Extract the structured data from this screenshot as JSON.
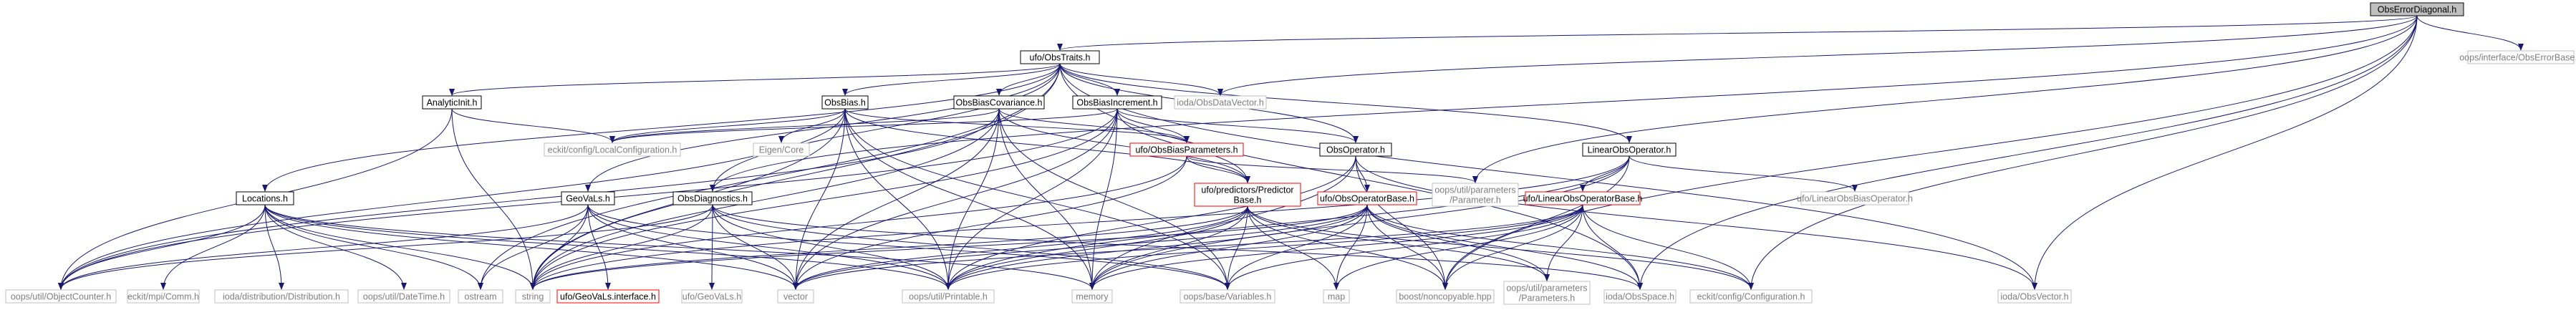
{
  "diagram": {
    "colors": {
      "edge": "#191970",
      "root_fill": "#bfbfbf",
      "node_border": "#000000",
      "external_border": "#bfbfbf",
      "external_text": "#7f7f7f",
      "incomplete_border": "#ff0000"
    },
    "nodes": [
      {
        "id": "ObsErrorDiagonal",
        "lines": [
          "ObsErrorDiagonal.h"
        ],
        "kind": "root"
      },
      {
        "id": "ObsTraits",
        "lines": [
          "ufo/ObsTraits.h"
        ],
        "kind": "normal"
      },
      {
        "id": "ObsErrorBase",
        "lines": [
          "oops/interface/ObsErrorBase.h"
        ],
        "kind": "external"
      },
      {
        "id": "AnalyticInit",
        "lines": [
          "AnalyticInit.h"
        ],
        "kind": "normal"
      },
      {
        "id": "ObsBias",
        "lines": [
          "ObsBias.h"
        ],
        "kind": "normal"
      },
      {
        "id": "ObsBiasCovariance",
        "lines": [
          "ObsBiasCovariance.h"
        ],
        "kind": "normal"
      },
      {
        "id": "ObsBiasIncrement",
        "lines": [
          "ObsBiasIncrement.h"
        ],
        "kind": "normal"
      },
      {
        "id": "ObsDataVector",
        "lines": [
          "ioda/ObsDataVector.h"
        ],
        "kind": "external"
      },
      {
        "id": "LocalConfiguration",
        "lines": [
          "eckit/config/LocalConfiguration.h"
        ],
        "kind": "external"
      },
      {
        "id": "EigenCore",
        "lines": [
          "Eigen/Core"
        ],
        "kind": "external"
      },
      {
        "id": "ObsBiasParameters",
        "lines": [
          "ufo/ObsBiasParameters.h"
        ],
        "kind": "red"
      },
      {
        "id": "ObsOperator",
        "lines": [
          "ObsOperator.h"
        ],
        "kind": "normal"
      },
      {
        "id": "LinearObsOperator",
        "lines": [
          "LinearObsOperator.h"
        ],
        "kind": "normal"
      },
      {
        "id": "OopsParameter",
        "lines": [
          "oops/util/parameters",
          "/Parameter.h"
        ],
        "kind": "external"
      },
      {
        "id": "LinearObsBiasOperator",
        "lines": [
          "ufo/LinearObsBiasOperator.h"
        ],
        "kind": "external"
      },
      {
        "id": "Locations",
        "lines": [
          "Locations.h"
        ],
        "kind": "normal"
      },
      {
        "id": "GeoVaLs",
        "lines": [
          "GeoVaLs.h"
        ],
        "kind": "normal"
      },
      {
        "id": "ObsDiagnostics",
        "lines": [
          "ObsDiagnostics.h"
        ],
        "kind": "normal"
      },
      {
        "id": "PredictorBase",
        "lines": [
          "ufo/predictors/Predictor",
          "Base.h"
        ],
        "kind": "red"
      },
      {
        "id": "ObsOperatorBase",
        "lines": [
          "ufo/ObsOperatorBase.h"
        ],
        "kind": "red"
      },
      {
        "id": "LinearObsOperatorBase",
        "lines": [
          "ufo/LinearObsOperatorBase.h"
        ],
        "kind": "red"
      },
      {
        "id": "ObjectCounter",
        "lines": [
          "oops/util/ObjectCounter.h"
        ],
        "kind": "external"
      },
      {
        "id": "EckitComm",
        "lines": [
          "eckit/mpi/Comm.h"
        ],
        "kind": "external"
      },
      {
        "id": "Distribution",
        "lines": [
          "ioda/distribution/Distribution.h"
        ],
        "kind": "external"
      },
      {
        "id": "DateTime",
        "lines": [
          "oops/util/DateTime.h"
        ],
        "kind": "external"
      },
      {
        "id": "ostream",
        "lines": [
          "ostream"
        ],
        "kind": "external"
      },
      {
        "id": "string",
        "lines": [
          "string"
        ],
        "kind": "external"
      },
      {
        "id": "GeoVaLsInterface",
        "lines": [
          "ufo/GeoVaLs.interface.h"
        ],
        "kind": "red"
      },
      {
        "id": "UfoGeoVaLs",
        "lines": [
          "ufo/GeoVaLs.h"
        ],
        "kind": "external"
      },
      {
        "id": "vector",
        "lines": [
          "vector"
        ],
        "kind": "external"
      },
      {
        "id": "Printable",
        "lines": [
          "oops/util/Printable.h"
        ],
        "kind": "external"
      },
      {
        "id": "memory",
        "lines": [
          "memory"
        ],
        "kind": "external"
      },
      {
        "id": "Variables",
        "lines": [
          "oops/base/Variables.h"
        ],
        "kind": "external"
      },
      {
        "id": "map",
        "lines": [
          "map"
        ],
        "kind": "external"
      },
      {
        "id": "Noncopyable",
        "lines": [
          "boost/noncopyable.hpp"
        ],
        "kind": "external"
      },
      {
        "id": "Parameters",
        "lines": [
          "oops/util/parameters",
          "/Parameters.h"
        ],
        "kind": "external"
      },
      {
        "id": "ObsSpace",
        "lines": [
          "ioda/ObsSpace.h"
        ],
        "kind": "external"
      },
      {
        "id": "Configuration",
        "lines": [
          "eckit/config/Configuration.h"
        ],
        "kind": "external"
      },
      {
        "id": "ObsVector",
        "lines": [
          "ioda/ObsVector.h"
        ],
        "kind": "external"
      }
    ],
    "edges": [
      [
        "ObsErrorDiagonal",
        "ObsTraits"
      ],
      [
        "ObsErrorDiagonal",
        "ObsErrorBase"
      ],
      [
        "ObsErrorDiagonal",
        "OopsParameter"
      ],
      [
        "ObsErrorDiagonal",
        "Noncopyable"
      ],
      [
        "ObsErrorDiagonal",
        "ObsSpace"
      ],
      [
        "ObsErrorDiagonal",
        "Configuration"
      ],
      [
        "ObsErrorDiagonal",
        "ObsVector"
      ],
      [
        "ObsErrorDiagonal",
        "ObsDataVector"
      ],
      [
        "ObsErrorDiagonal",
        "ObsDiagnostics"
      ],
      [
        "ObsTraits",
        "AnalyticInit"
      ],
      [
        "ObsTraits",
        "ObsBias"
      ],
      [
        "ObsTraits",
        "ObsBiasCovariance"
      ],
      [
        "ObsTraits",
        "ObsBiasIncrement"
      ],
      [
        "ObsTraits",
        "ObsDataVector"
      ],
      [
        "ObsTraits",
        "ObsOperator"
      ],
      [
        "ObsTraits",
        "LinearObsOperator"
      ],
      [
        "ObsTraits",
        "Locations"
      ],
      [
        "ObsTraits",
        "GeoVaLs"
      ],
      [
        "ObsTraits",
        "ObsDiagnostics"
      ],
      [
        "ObsTraits",
        "ostream"
      ],
      [
        "ObsTraits",
        "string"
      ],
      [
        "ObsTraits",
        "ObsSpace"
      ],
      [
        "ObsTraits",
        "ObsVector"
      ],
      [
        "AnalyticInit",
        "LocalConfiguration"
      ],
      [
        "AnalyticInit",
        "ObjectCounter"
      ],
      [
        "AnalyticInit",
        "string"
      ],
      [
        "ObsBias",
        "LocalConfiguration"
      ],
      [
        "ObsBias",
        "EigenCore"
      ],
      [
        "ObsBias",
        "ObsBiasParameters"
      ],
      [
        "ObsBias",
        "PredictorBase"
      ],
      [
        "ObsBias",
        "ObjectCounter"
      ],
      [
        "ObsBias",
        "Printable"
      ],
      [
        "ObsBias",
        "Variables"
      ],
      [
        "ObsBias",
        "memory"
      ],
      [
        "ObsBias",
        "string"
      ],
      [
        "ObsBias",
        "vector"
      ],
      [
        "ObsBiasCovariance",
        "LocalConfiguration"
      ],
      [
        "ObsBiasCovariance",
        "ObsBiasParameters"
      ],
      [
        "ObsBiasCovariance",
        "PredictorBase"
      ],
      [
        "ObsBiasCovariance",
        "ObjectCounter"
      ],
      [
        "ObsBiasCovariance",
        "Printable"
      ],
      [
        "ObsBiasCovariance",
        "Variables"
      ],
      [
        "ObsBiasCovariance",
        "memory"
      ],
      [
        "ObsBiasCovariance",
        "string"
      ],
      [
        "ObsBiasCovariance",
        "vector"
      ],
      [
        "ObsBiasIncrement",
        "LocalConfiguration"
      ],
      [
        "ObsBiasIncrement",
        "ObsBiasParameters"
      ],
      [
        "ObsBiasIncrement",
        "ObsOperator"
      ],
      [
        "ObsBiasIncrement",
        "PredictorBase"
      ],
      [
        "ObsBiasIncrement",
        "ObjectCounter"
      ],
      [
        "ObsBiasIncrement",
        "Printable"
      ],
      [
        "ObsBiasIncrement",
        "memory"
      ],
      [
        "ObsBiasIncrement",
        "string"
      ],
      [
        "ObsBiasIncrement",
        "vector"
      ],
      [
        "ObsBiasParameters",
        "PredictorBase"
      ],
      [
        "ObsBiasParameters",
        "OopsParameter"
      ],
      [
        "ObsBiasParameters",
        "string"
      ],
      [
        "ObsBiasParameters",
        "vector"
      ],
      [
        "ObsOperator",
        "ObsOperatorBase"
      ],
      [
        "ObsOperator",
        "Printable"
      ],
      [
        "ObsOperator",
        "memory"
      ],
      [
        "ObsOperator",
        "Noncopyable"
      ],
      [
        "ObsOperator",
        "ObsVector"
      ],
      [
        "LinearObsOperator",
        "LinearObsOperatorBase"
      ],
      [
        "LinearObsOperator",
        "LinearObsBiasOperator"
      ],
      [
        "LinearObsOperator",
        "Printable"
      ],
      [
        "LinearObsOperator",
        "memory"
      ],
      [
        "LinearObsOperator",
        "Noncopyable"
      ],
      [
        "LinearObsOperator",
        "string"
      ],
      [
        "Locations",
        "ObjectCounter"
      ],
      [
        "Locations",
        "EckitComm"
      ],
      [
        "Locations",
        "Distribution"
      ],
      [
        "Locations",
        "DateTime"
      ],
      [
        "Locations",
        "ostream"
      ],
      [
        "Locations",
        "string"
      ],
      [
        "Locations",
        "vector"
      ],
      [
        "Locations",
        "Printable"
      ],
      [
        "Locations",
        "memory"
      ],
      [
        "GeoVaLs",
        "ObjectCounter"
      ],
      [
        "GeoVaLs",
        "string"
      ],
      [
        "GeoVaLs",
        "GeoVaLsInterface"
      ],
      [
        "GeoVaLs",
        "vector"
      ],
      [
        "GeoVaLs",
        "Printable"
      ],
      [
        "GeoVaLs",
        "Variables"
      ],
      [
        "GeoVaLs",
        "ostream"
      ],
      [
        "ObsDiagnostics",
        "UfoGeoVaLs"
      ],
      [
        "ObsDiagnostics",
        "vector"
      ],
      [
        "ObsDiagnostics",
        "Printable"
      ],
      [
        "ObsDiagnostics",
        "Variables"
      ],
      [
        "ObsDiagnostics",
        "string"
      ],
      [
        "ObsDiagnostics",
        "ObjectCounter"
      ],
      [
        "ObsDiagnostics",
        "ObsSpace"
      ],
      [
        "PredictorBase",
        "vector"
      ],
      [
        "PredictorBase",
        "Printable"
      ],
      [
        "PredictorBase",
        "memory"
      ],
      [
        "PredictorBase",
        "Variables"
      ],
      [
        "PredictorBase",
        "map"
      ],
      [
        "PredictorBase",
        "Noncopyable"
      ],
      [
        "PredictorBase",
        "Parameters"
      ],
      [
        "PredictorBase",
        "string"
      ],
      [
        "PredictorBase",
        "Configuration"
      ],
      [
        "ObsOperatorBase",
        "Printable"
      ],
      [
        "ObsOperatorBase",
        "memory"
      ],
      [
        "ObsOperatorBase",
        "Variables"
      ],
      [
        "ObsOperatorBase",
        "map"
      ],
      [
        "ObsOperatorBase",
        "Noncopyable"
      ],
      [
        "ObsOperatorBase",
        "Parameters"
      ],
      [
        "ObsOperatorBase",
        "ObsSpace"
      ],
      [
        "ObsOperatorBase",
        "Configuration"
      ],
      [
        "ObsOperatorBase",
        "vector"
      ],
      [
        "ObsOperatorBase",
        "string"
      ],
      [
        "LinearObsOperatorBase",
        "Printable"
      ],
      [
        "LinearObsOperatorBase",
        "memory"
      ],
      [
        "LinearObsOperatorBase",
        "Variables"
      ],
      [
        "LinearObsOperatorBase",
        "map"
      ],
      [
        "LinearObsOperatorBase",
        "Noncopyable"
      ],
      [
        "LinearObsOperatorBase",
        "Parameters"
      ],
      [
        "LinearObsOperatorBase",
        "ObsSpace"
      ],
      [
        "LinearObsOperatorBase",
        "Configuration"
      ],
      [
        "LinearObsOperatorBase",
        "vector"
      ]
    ]
  }
}
